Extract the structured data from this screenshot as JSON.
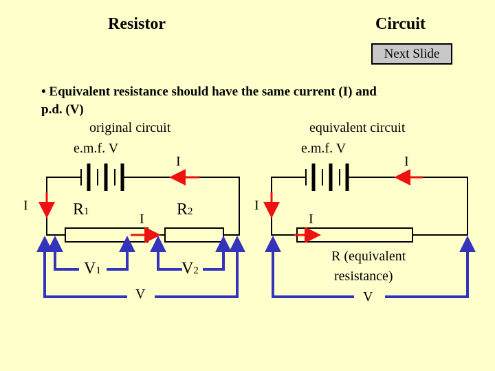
{
  "nav": {
    "resistor_label": "Resistor",
    "circuit_label": "Circuit",
    "next_slide_label": "Next Slide"
  },
  "text": {
    "bullet_line1": "• Equivalent resistance should have the same current (I) and",
    "bullet_line2": "p.d. (V)"
  },
  "original": {
    "caption": "original circuit",
    "emf_label": "e.m.f. V",
    "current_top": "I",
    "current_left": "I",
    "current_mid": "I",
    "r1_letter": "R",
    "r1_sub": "1",
    "r2_letter": "R",
    "r2_sub": "2",
    "v1_letter": "V",
    "v1_sub": "1",
    "v2_letter": "V",
    "v2_sub": "2",
    "v_total": "V"
  },
  "equivalent": {
    "caption": "equivalent circuit",
    "emf_label": "e.m.f. V",
    "current_top": "I",
    "current_left": "I",
    "current_mid": "I",
    "r_label_line1": "R (equivalent",
    "r_label_line2": "resistance)",
    "v_label": "V"
  },
  "colors": {
    "background": "#ffffcc",
    "wire": "#000000",
    "current_arrow": "#ee1111",
    "voltmeter_lead": "#3333bb",
    "button": "#c8c8c8"
  }
}
